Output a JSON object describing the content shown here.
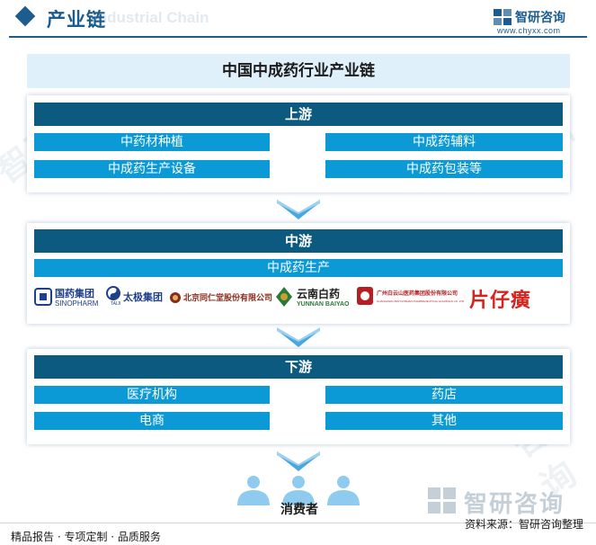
{
  "header": {
    "title": "产业链",
    "ghost_text": "Industrial Chain",
    "brand_name": "智研咨询",
    "brand_url": "www.chyxx.com"
  },
  "main_title": "中国中成药行业产业链",
  "upstream": {
    "label": "上游",
    "items": [
      "中药材种植",
      "中成药辅料",
      "中成药生产设备",
      "中成药包装等"
    ]
  },
  "midstream": {
    "label": "中游",
    "item": "中成药生产",
    "companies": [
      {
        "cn": "国药集团",
        "en": "SINOPHARM"
      },
      {
        "cn": "太极集团",
        "en": "TAIJI"
      },
      {
        "cn": "北京同仁堂股份有限公司",
        "en": ""
      },
      {
        "cn": "云南白药",
        "en": "YUNNAN BAIYAO"
      },
      {
        "cn": "广州白云山医药集团股份有限公司",
        "en": "GUANGZHOU BAIYUNSHAN PHARMACEUTICAL HOLDINGS CO.,LTD"
      },
      {
        "cn": "片仔癀",
        "en": ""
      }
    ]
  },
  "downstream": {
    "label": "下游",
    "items": [
      "医疗机构",
      "药店",
      "电商",
      "其他"
    ]
  },
  "consumers": "消费者",
  "watermark_brand": "智研咨询",
  "footer": {
    "left": "精品报告 · 专项定制 · 品质服务",
    "right": "资料来源：智研咨询整理"
  },
  "colors": {
    "brand_blue": "#1c5c8e",
    "bar_dark": "#0c5a80",
    "item_blue": "#0b9ad6",
    "title_bg": "#e0f0fb",
    "arrow_blue": "#4aa8e0",
    "people": "#8fcbef",
    "pianzaihuang_red": "#d7231e"
  }
}
